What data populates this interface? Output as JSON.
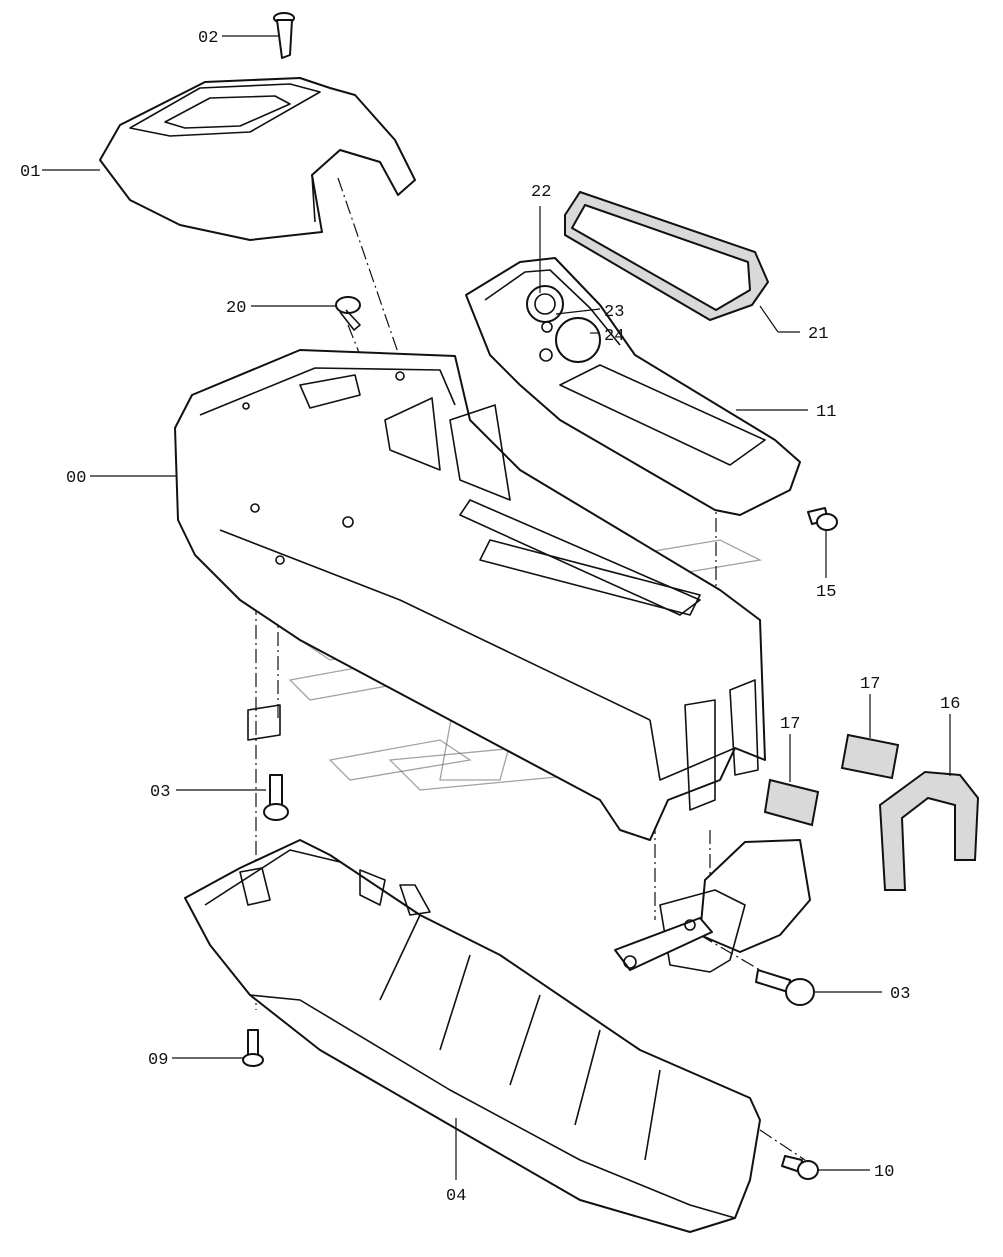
{
  "callouts": {
    "c00": "00",
    "c01": "01",
    "c02": "02",
    "c03a": "03",
    "c03b": "03",
    "c04": "04",
    "c09": "09",
    "c10": "10",
    "c11": "11",
    "c15": "15",
    "c16": "16",
    "c17a": "17",
    "c17b": "17",
    "c20": "20",
    "c21": "21",
    "c22": "22",
    "c23": "23",
    "c24": "24"
  }
}
